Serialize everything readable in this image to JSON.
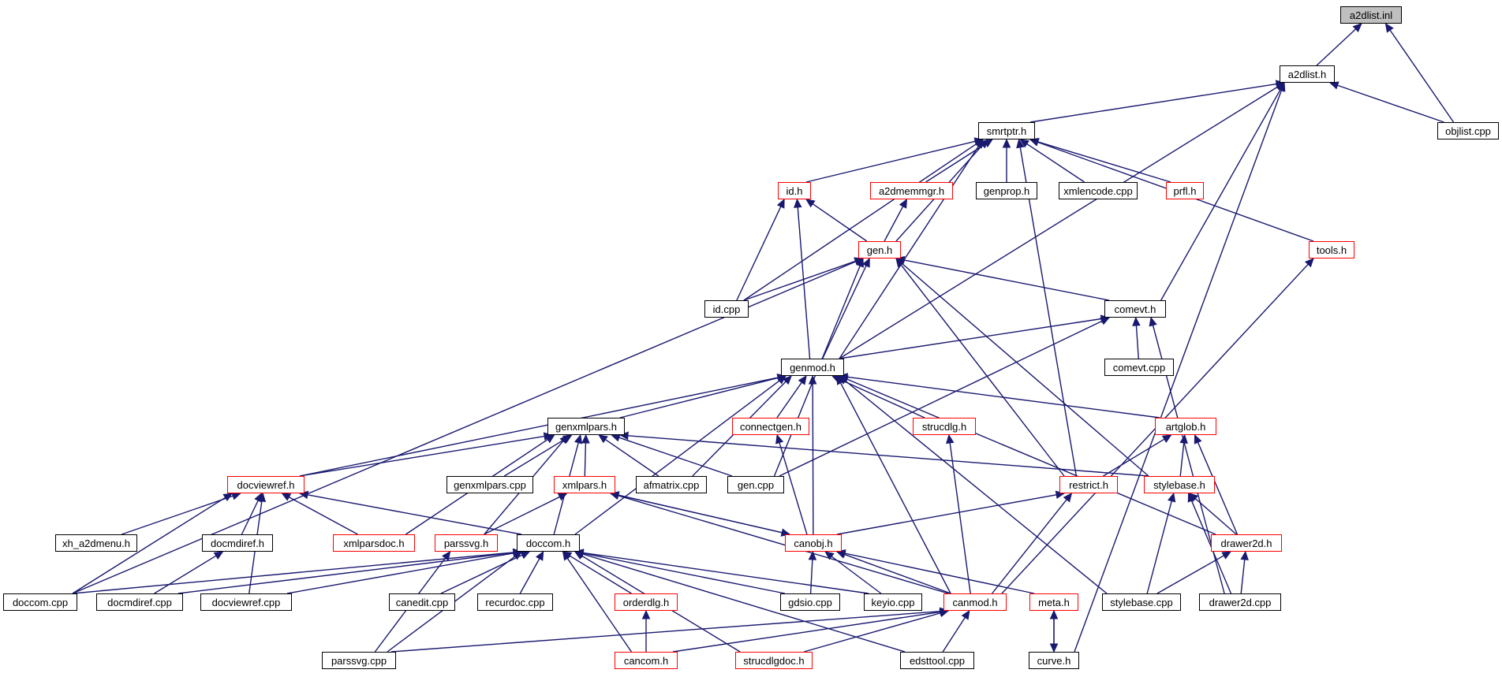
{
  "title": "a2dlist.inl",
  "colors": {
    "edge": "#191970",
    "node_border": "#000000",
    "node_border_incomplete": "#ff0000",
    "root_fill": "#bfbfbf"
  },
  "nodes": [
    {
      "id": "a2dlist_inl",
      "label": "a2dlist.inl",
      "kind": "root"
    },
    {
      "id": "a2dlist_h",
      "label": "a2dlist.h",
      "kind": "normal"
    },
    {
      "id": "objlist_cpp",
      "label": "objlist.cpp",
      "kind": "normal"
    },
    {
      "id": "smrtptr_h",
      "label": "smrtptr.h",
      "kind": "normal"
    },
    {
      "id": "id_h",
      "label": "id.h",
      "kind": "incomplete"
    },
    {
      "id": "a2dmemmgr_h",
      "label": "a2dmemmgr.h",
      "kind": "incomplete"
    },
    {
      "id": "genprop_h",
      "label": "genprop.h",
      "kind": "normal"
    },
    {
      "id": "xmlencode_cpp",
      "label": "xmlencode.cpp",
      "kind": "normal"
    },
    {
      "id": "prfl_h",
      "label": "prfl.h",
      "kind": "incomplete"
    },
    {
      "id": "tools_h",
      "label": "tools.h",
      "kind": "incomplete"
    },
    {
      "id": "gen_h",
      "label": "gen.h",
      "kind": "incomplete"
    },
    {
      "id": "id_cpp",
      "label": "id.cpp",
      "kind": "normal"
    },
    {
      "id": "comevt_h",
      "label": "comevt.h",
      "kind": "normal"
    },
    {
      "id": "comevt_cpp",
      "label": "comevt.cpp",
      "kind": "normal"
    },
    {
      "id": "genmod_h",
      "label": "genmod.h",
      "kind": "normal"
    },
    {
      "id": "genxmlpars_h",
      "label": "genxmlpars.h",
      "kind": "normal"
    },
    {
      "id": "connectgen_h",
      "label": "connectgen.h",
      "kind": "incomplete"
    },
    {
      "id": "strucdlg_h",
      "label": "strucdlg.h",
      "kind": "incomplete"
    },
    {
      "id": "artglob_h",
      "label": "artglob.h",
      "kind": "incomplete"
    },
    {
      "id": "docviewref_h",
      "label": "docviewref.h",
      "kind": "incomplete"
    },
    {
      "id": "genxmlpars_cpp",
      "label": "genxmlpars.cpp",
      "kind": "normal"
    },
    {
      "id": "xmlpars_h",
      "label": "xmlpars.h",
      "kind": "incomplete"
    },
    {
      "id": "afmatrix_cpp",
      "label": "afmatrix.cpp",
      "kind": "normal"
    },
    {
      "id": "gen_cpp",
      "label": "gen.cpp",
      "kind": "normal"
    },
    {
      "id": "restrict_h",
      "label": "restrict.h",
      "kind": "incomplete"
    },
    {
      "id": "stylebase_h",
      "label": "stylebase.h",
      "kind": "incomplete"
    },
    {
      "id": "xh_a2dmenu_h",
      "label": "xh_a2dmenu.h",
      "kind": "normal"
    },
    {
      "id": "docmdiref_h",
      "label": "docmdiref.h",
      "kind": "normal"
    },
    {
      "id": "xmlparsdoc_h",
      "label": "xmlparsdoc.h",
      "kind": "incomplete"
    },
    {
      "id": "parssvg_h",
      "label": "parssvg.h",
      "kind": "incomplete"
    },
    {
      "id": "doccom_h",
      "label": "doccom.h",
      "kind": "normal"
    },
    {
      "id": "canobj_h",
      "label": "canobj.h",
      "kind": "incomplete"
    },
    {
      "id": "drawer2d_h",
      "label": "drawer2d.h",
      "kind": "incomplete"
    },
    {
      "id": "doccom_cpp",
      "label": "doccom.cpp",
      "kind": "normal"
    },
    {
      "id": "docmdiref_cpp",
      "label": "docmdiref.cpp",
      "kind": "normal"
    },
    {
      "id": "docviewref_cpp",
      "label": "docviewref.cpp",
      "kind": "normal"
    },
    {
      "id": "canedit_cpp",
      "label": "canedit.cpp",
      "kind": "normal"
    },
    {
      "id": "recurdoc_cpp",
      "label": "recurdoc.cpp",
      "kind": "normal"
    },
    {
      "id": "orderdlg_h",
      "label": "orderdlg.h",
      "kind": "incomplete"
    },
    {
      "id": "gdsio_cpp",
      "label": "gdsio.cpp",
      "kind": "normal"
    },
    {
      "id": "keyio_cpp",
      "label": "keyio.cpp",
      "kind": "normal"
    },
    {
      "id": "canmod_h",
      "label": "canmod.h",
      "kind": "incomplete"
    },
    {
      "id": "meta_h",
      "label": "meta.h",
      "kind": "incomplete"
    },
    {
      "id": "stylebase_cpp",
      "label": "stylebase.cpp",
      "kind": "normal"
    },
    {
      "id": "drawer2d_cpp",
      "label": "drawer2d.cpp",
      "kind": "normal"
    },
    {
      "id": "parssvg_cpp",
      "label": "parssvg.cpp",
      "kind": "normal"
    },
    {
      "id": "cancom_h",
      "label": "cancom.h",
      "kind": "incomplete"
    },
    {
      "id": "strucdlgdoc_h",
      "label": "strucdlgdoc.h",
      "kind": "incomplete"
    },
    {
      "id": "edsttool_cpp",
      "label": "edsttool.cpp",
      "kind": "normal"
    },
    {
      "id": "curve_h",
      "label": "curve.h",
      "kind": "normal"
    }
  ],
  "edges": [
    [
      "a2dlist_h",
      "a2dlist_inl"
    ],
    [
      "objlist_cpp",
      "a2dlist_inl"
    ],
    [
      "objlist_cpp",
      "a2dlist_h"
    ],
    [
      "smrtptr_h",
      "a2dlist_h"
    ],
    [
      "genmod_h",
      "a2dlist_h"
    ],
    [
      "comevt_h",
      "a2dlist_h"
    ],
    [
      "curve_h",
      "a2dlist_h"
    ],
    [
      "id_h",
      "smrtptr_h"
    ],
    [
      "a2dmemmgr_h",
      "smrtptr_h"
    ],
    [
      "genprop_h",
      "smrtptr_h"
    ],
    [
      "xmlencode_cpp",
      "smrtptr_h"
    ],
    [
      "prfl_h",
      "smrtptr_h"
    ],
    [
      "tools_h",
      "smrtptr_h"
    ],
    [
      "gen_h",
      "smrtptr_h"
    ],
    [
      "id_cpp",
      "smrtptr_h"
    ],
    [
      "genmod_h",
      "smrtptr_h"
    ],
    [
      "restrict_h",
      "smrtptr_h"
    ],
    [
      "gen_h",
      "id_h"
    ],
    [
      "id_cpp",
      "id_h"
    ],
    [
      "genmod_h",
      "id_h"
    ],
    [
      "gen_h",
      "a2dmemmgr_h"
    ],
    [
      "canmod_h",
      "tools_h"
    ],
    [
      "id_cpp",
      "gen_h"
    ],
    [
      "comevt_h",
      "gen_h"
    ],
    [
      "genmod_h",
      "gen_h"
    ],
    [
      "gen_cpp",
      "gen_h"
    ],
    [
      "restrict_h",
      "gen_h"
    ],
    [
      "stylebase_h",
      "gen_h"
    ],
    [
      "doccom_cpp",
      "gen_h"
    ],
    [
      "comevt_cpp",
      "comevt_h"
    ],
    [
      "genmod_h",
      "comevt_h"
    ],
    [
      "gen_cpp",
      "comevt_h"
    ],
    [
      "drawer2d_cpp",
      "comevt_h"
    ],
    [
      "genxmlpars_h",
      "genmod_h"
    ],
    [
      "connectgen_h",
      "genmod_h"
    ],
    [
      "strucdlg_h",
      "genmod_h"
    ],
    [
      "artglob_h",
      "genmod_h"
    ],
    [
      "docviewref_h",
      "genmod_h"
    ],
    [
      "afmatrix_cpp",
      "genmod_h"
    ],
    [
      "doccom_h",
      "genmod_h"
    ],
    [
      "canobj_h",
      "genmod_h"
    ],
    [
      "canmod_h",
      "genmod_h"
    ],
    [
      "drawer2d_h",
      "genmod_h"
    ],
    [
      "stylebase_cpp",
      "genmod_h"
    ],
    [
      "docviewref_h",
      "genxmlpars_h"
    ],
    [
      "genxmlpars_cpp",
      "genxmlpars_h"
    ],
    [
      "xmlpars_h",
      "genxmlpars_h"
    ],
    [
      "afmatrix_cpp",
      "genxmlpars_h"
    ],
    [
      "gen_cpp",
      "genxmlpars_h"
    ],
    [
      "stylebase_h",
      "genxmlpars_h"
    ],
    [
      "xmlparsdoc_h",
      "genxmlpars_h"
    ],
    [
      "parssvg_h",
      "genxmlpars_h"
    ],
    [
      "doccom_h",
      "genxmlpars_h"
    ],
    [
      "canobj_h",
      "connectgen_h"
    ],
    [
      "canmod_h",
      "strucdlg_h"
    ],
    [
      "restrict_h",
      "artglob_h"
    ],
    [
      "stylebase_h",
      "artglob_h"
    ],
    [
      "drawer2d_h",
      "artglob_h"
    ],
    [
      "xh_a2dmenu_h",
      "docviewref_h"
    ],
    [
      "docmdiref_h",
      "docviewref_h"
    ],
    [
      "xmlparsdoc_h",
      "docviewref_h"
    ],
    [
      "doccom_h",
      "docviewref_h"
    ],
    [
      "doccom_cpp",
      "docviewref_h"
    ],
    [
      "docviewref_cpp",
      "docviewref_h"
    ],
    [
      "parssvg_h",
      "xmlpars_h"
    ],
    [
      "canobj_h",
      "xmlpars_h"
    ],
    [
      "canmod_h",
      "xmlpars_h"
    ],
    [
      "canobj_h",
      "restrict_h"
    ],
    [
      "canmod_h",
      "restrict_h"
    ],
    [
      "drawer2d_h",
      "stylebase_h"
    ],
    [
      "stylebase_cpp",
      "stylebase_h"
    ],
    [
      "drawer2d_cpp",
      "stylebase_h"
    ],
    [
      "docmdiref_cpp",
      "docmdiref_h"
    ],
    [
      "parssvg_cpp",
      "parssvg_h"
    ],
    [
      "doccom_cpp",
      "doccom_h"
    ],
    [
      "docmdiref_cpp",
      "doccom_h"
    ],
    [
      "docviewref_cpp",
      "doccom_h"
    ],
    [
      "canedit_cpp",
      "doccom_h"
    ],
    [
      "recurdoc_cpp",
      "doccom_h"
    ],
    [
      "orderdlg_h",
      "doccom_h"
    ],
    [
      "cancom_h",
      "doccom_h"
    ],
    [
      "strucdlgdoc_h",
      "doccom_h"
    ],
    [
      "gdsio_cpp",
      "doccom_h"
    ],
    [
      "keyio_cpp",
      "doccom_h"
    ],
    [
      "edsttool_cpp",
      "doccom_h"
    ],
    [
      "parssvg_cpp",
      "doccom_h"
    ],
    [
      "gdsio_cpp",
      "canobj_h"
    ],
    [
      "keyio_cpp",
      "canobj_h"
    ],
    [
      "canmod_h",
      "canobj_h"
    ],
    [
      "meta_h",
      "canobj_h"
    ],
    [
      "xmlpars_h",
      "canobj_h"
    ],
    [
      "stylebase_cpp",
      "drawer2d_h"
    ],
    [
      "drawer2d_cpp",
      "drawer2d_h"
    ],
    [
      "cancom_h",
      "orderdlg_h"
    ],
    [
      "parssvg_cpp",
      "canmod_h"
    ],
    [
      "cancom_h",
      "canmod_h"
    ],
    [
      "strucdlgdoc_h",
      "canmod_h"
    ],
    [
      "edsttool_cpp",
      "canmod_h"
    ],
    [
      "curve_h",
      "meta_h"
    ],
    [
      "meta_h",
      "curve_h"
    ]
  ]
}
